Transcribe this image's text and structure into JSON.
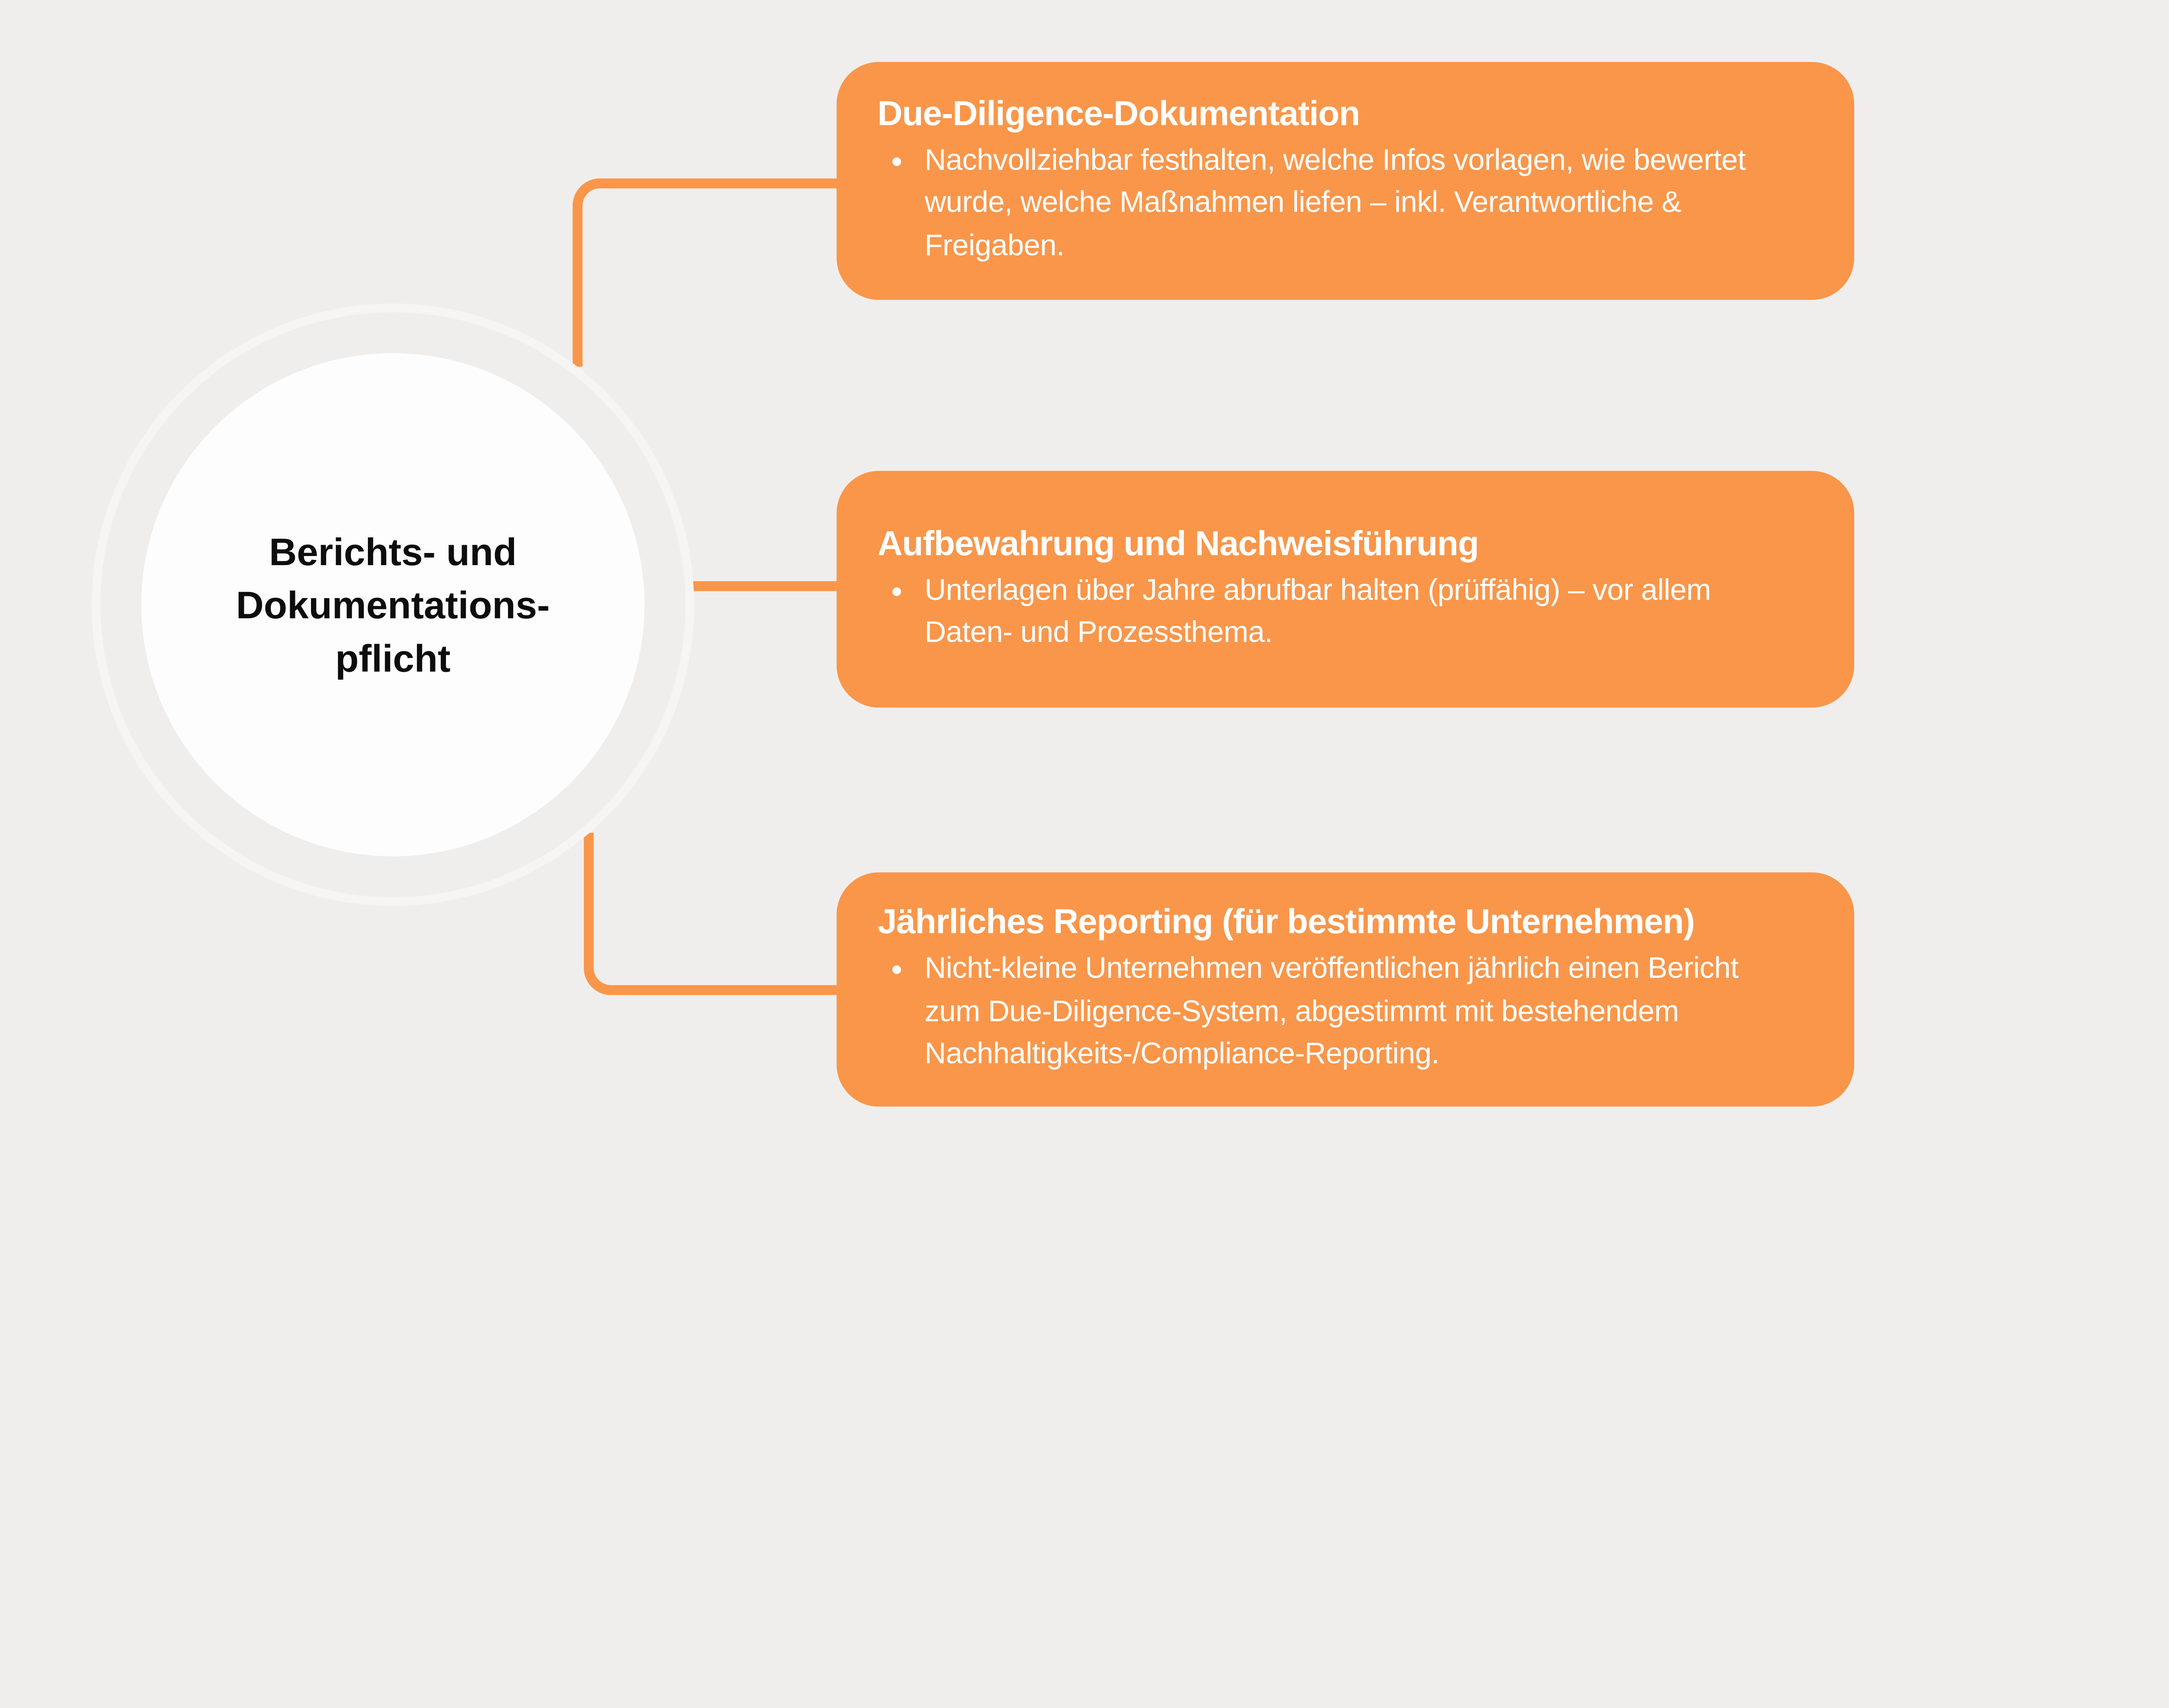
{
  "center": {
    "lines": [
      "Berichts- und",
      "Dokumentations-",
      "pflicht"
    ]
  },
  "cards": [
    {
      "title": "Due-Diligence-Dokumentation",
      "bullets": [
        "Nachvollziehbar festhalten, welche Infos vorlagen, wie bewertet wurde, welche Maßnahmen liefen – inkl. Verantwortliche & Freigaben."
      ]
    },
    {
      "title": "Aufbewahrung und Nachweisführung",
      "bullets": [
        "Unterlagen über Jahre abrufbar halten (prüffähig) – vor allem Daten- und Prozessthema."
      ]
    },
    {
      "title": "Jährliches Reporting (für bestimmte Unternehmen)",
      "bullets": [
        "Nicht-kleine Unternehmen veröffentlichen jährlich einen Bericht zum Due-Diligence-System, abgestimmt mit bestehendem Nachhaltigkeits-/Compliance-Reporting."
      ]
    }
  ],
  "colors": {
    "accent": "#F9964A",
    "background": "#F0EEEC",
    "hub_fill": "#FEFDFD",
    "ring": "#F7F5F4",
    "card_text": "#FFFFFF",
    "hub_text": "#0D0D0D"
  }
}
